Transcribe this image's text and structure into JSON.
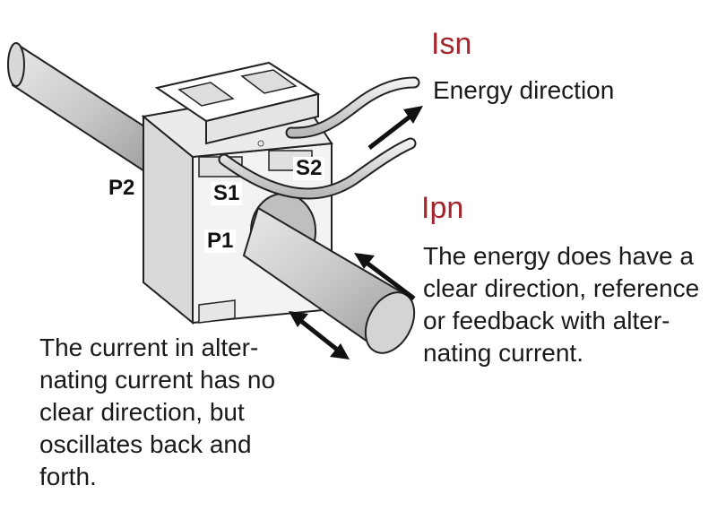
{
  "terminals": {
    "p1": "P1",
    "p2": "P2",
    "s1": "S1",
    "s2": "S2"
  },
  "secondary": {
    "heading": "Isn",
    "text": "Energy direction"
  },
  "primary": {
    "heading": "Ipn",
    "lines": [
      "The energy does have a",
      "clear direction, reference",
      "or feedback with alter-",
      "nating current."
    ]
  },
  "ac_note": {
    "lines": [
      "The current in alter-",
      "nating current has no",
      "clear direction, but",
      "oscillates back and",
      "forth."
    ]
  },
  "colors": {
    "heading": "#a3262e",
    "text": "#1a1a1a",
    "outline": "#222222",
    "conductor": "#cfcfcf"
  }
}
